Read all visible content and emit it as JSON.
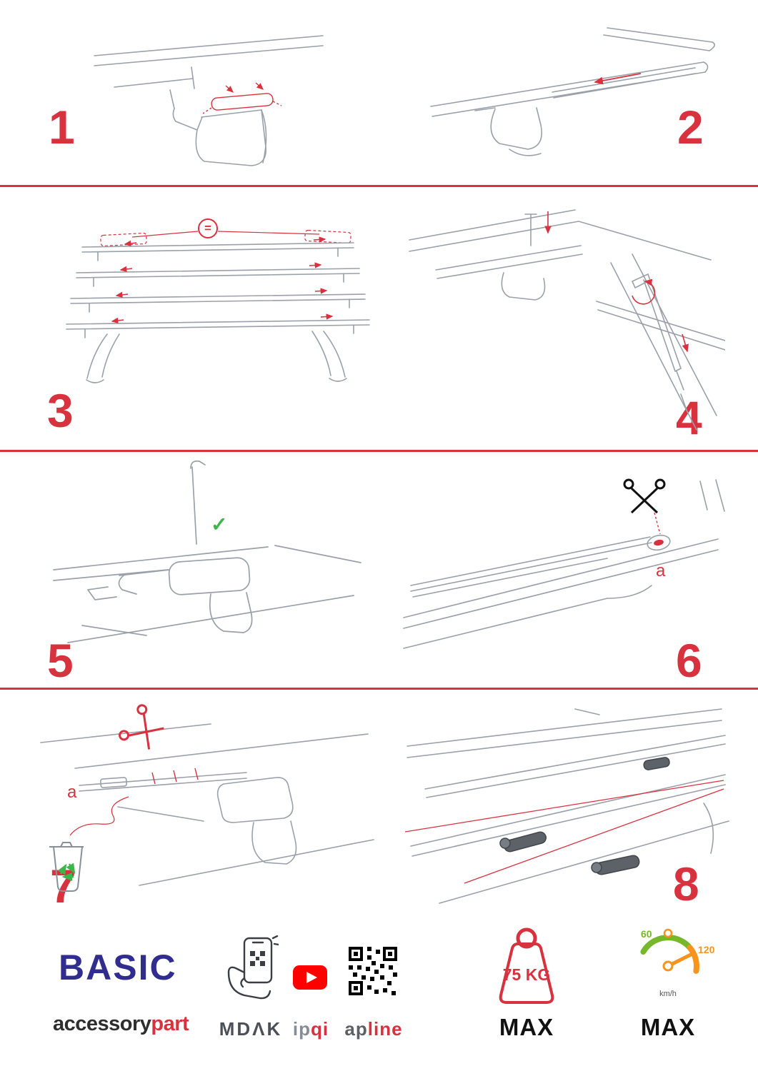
{
  "page": {
    "accent": "#d8323f",
    "background": "#ffffff"
  },
  "steps": [
    {
      "number": "1"
    },
    {
      "number": "2"
    },
    {
      "number": "3"
    },
    {
      "number": "4"
    },
    {
      "number": "5"
    },
    {
      "number": "6"
    },
    {
      "number": "7"
    },
    {
      "number": "8"
    }
  ],
  "annotations": {
    "equals_badge": "=",
    "check_mark": "✓",
    "cut_label_6": "a",
    "cut_label_7": "a"
  },
  "footer": {
    "brand": {
      "title": "BASIC",
      "sub_dark": "accessory",
      "sub_red": "part"
    },
    "logos": {
      "mdak": "MDΛK",
      "ipqi_dark": "ip",
      "ipqi_red": "qi",
      "apline_dark": "ap",
      "apline_red": "line"
    },
    "weight": {
      "value": "75 KG",
      "max": "MAX"
    },
    "speed": {
      "low": "60",
      "high": "120",
      "unit": "km/h",
      "max": "MAX"
    }
  }
}
